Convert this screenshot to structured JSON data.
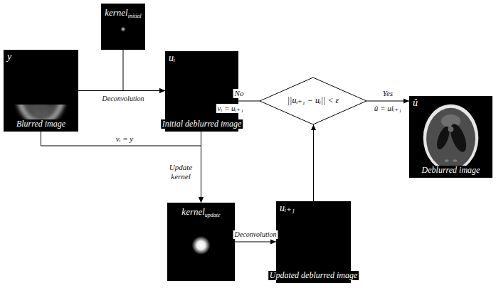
{
  "diagram": {
    "nodes": [
      {
        "text": [
          "y",
          "Blurred image"
        ]
      },
      {
        "text": [
          "kernel",
          "initial"
        ]
      },
      {
        "text": [
          "uᵢ",
          "Initial deblurred image"
        ]
      },
      {
        "text": [
          "||uᵢ₊₁ − uᵢ|| < ε"
        ]
      },
      {
        "text": [
          "û",
          "Deblurred image"
        ]
      },
      {
        "text": [
          "kernel",
          "update"
        ]
      },
      {
        "text": [
          "uᵢ₊₁",
          "Updated deblurred image"
        ]
      }
    ],
    "edges": [
      {
        "from": 0,
        "to": 2,
        "arrow": "to",
        "label": "Deconvolution"
      },
      {
        "from": 1,
        "to": 2,
        "arrow": "to"
      },
      {
        "from": 0,
        "to": 5,
        "arrow": "to",
        "label": "vᵢ = y"
      },
      {
        "from": 3,
        "to": 5,
        "arrow": "to",
        "label": "vᵢ = uᵢ₊₁"
      },
      {
        "from": 3,
        "to": 4,
        "arrow": "to",
        "label": "û = uiᵢ₊₁"
      },
      {
        "from": 5,
        "to": 6,
        "arrow": "to",
        "label": "Deconvolution"
      },
      {
        "from": 6,
        "to": 3,
        "arrow": "to"
      }
    ],
    "labels": [
      "Update kernel",
      "No",
      "Yes"
    ]
  }
}
